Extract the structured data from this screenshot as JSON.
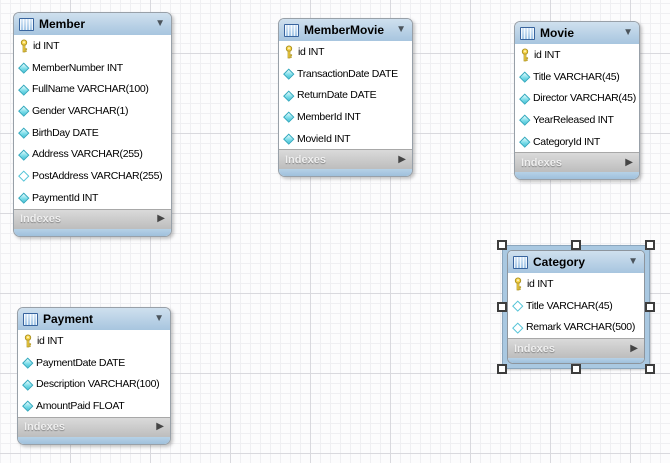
{
  "canvas": {
    "background": "#fcfcfd",
    "grid_minor_color": "#efeff2",
    "grid_major_color": "#d9d9de"
  },
  "colors": {
    "table_header_blue": "#a7c5df",
    "table_footer_blue": "#a9c8e1",
    "indexes_bar_gray": "#c4c4c4",
    "key_icon_yellow": "#f7d44a",
    "column_icon_cyan": "#5fd0e0",
    "selection_fill_blue": "#a9c8e1"
  },
  "icons": {
    "collapse_arrow": "▼",
    "indexes_arrow": "▶"
  },
  "tables": [
    {
      "title": "Member",
      "selected": false,
      "indexes_label": "Indexes",
      "columns": [
        {
          "icon": "key",
          "label": "id INT"
        },
        {
          "icon": "diamond",
          "label": "MemberNumber INT"
        },
        {
          "icon": "diamond",
          "label": "FullName VARCHAR(100)"
        },
        {
          "icon": "diamond",
          "label": "Gender VARCHAR(1)"
        },
        {
          "icon": "diamond",
          "label": "BirthDay DATE"
        },
        {
          "icon": "diamond",
          "label": "Address VARCHAR(255)"
        },
        {
          "icon": "diamond-hollow",
          "label": "PostAddress VARCHAR(255)"
        },
        {
          "icon": "diamond",
          "label": "PaymentId INT"
        }
      ]
    },
    {
      "title": "MemberMovie",
      "selected": false,
      "indexes_label": "Indexes",
      "columns": [
        {
          "icon": "key",
          "label": "id INT"
        },
        {
          "icon": "diamond",
          "label": "TransactionDate DATE"
        },
        {
          "icon": "diamond",
          "label": "ReturnDate DATE"
        },
        {
          "icon": "diamond",
          "label": "MemberId INT"
        },
        {
          "icon": "diamond",
          "label": "MovieId INT"
        }
      ]
    },
    {
      "title": "Movie",
      "selected": false,
      "indexes_label": "Indexes",
      "columns": [
        {
          "icon": "key",
          "label": "id INT"
        },
        {
          "icon": "diamond",
          "label": "Title VARCHAR(45)"
        },
        {
          "icon": "diamond",
          "label": "Director VARCHAR(45)"
        },
        {
          "icon": "diamond",
          "label": "YearReleased INT"
        },
        {
          "icon": "diamond",
          "label": "CategoryId INT"
        }
      ]
    },
    {
      "title": "Category",
      "selected": true,
      "indexes_label": "Indexes",
      "columns": [
        {
          "icon": "key",
          "label": "id INT"
        },
        {
          "icon": "diamond-hollow",
          "label": "Title VARCHAR(45)"
        },
        {
          "icon": "diamond-hollow",
          "label": "Remark VARCHAR(500)"
        }
      ]
    },
    {
      "title": "Payment",
      "selected": false,
      "indexes_label": "Indexes",
      "columns": [
        {
          "icon": "key",
          "label": "id INT"
        },
        {
          "icon": "diamond",
          "label": "PaymentDate DATE"
        },
        {
          "icon": "diamond",
          "label": "Description VARCHAR(100)"
        },
        {
          "icon": "diamond",
          "label": "AmountPaid FLOAT"
        }
      ]
    }
  ]
}
